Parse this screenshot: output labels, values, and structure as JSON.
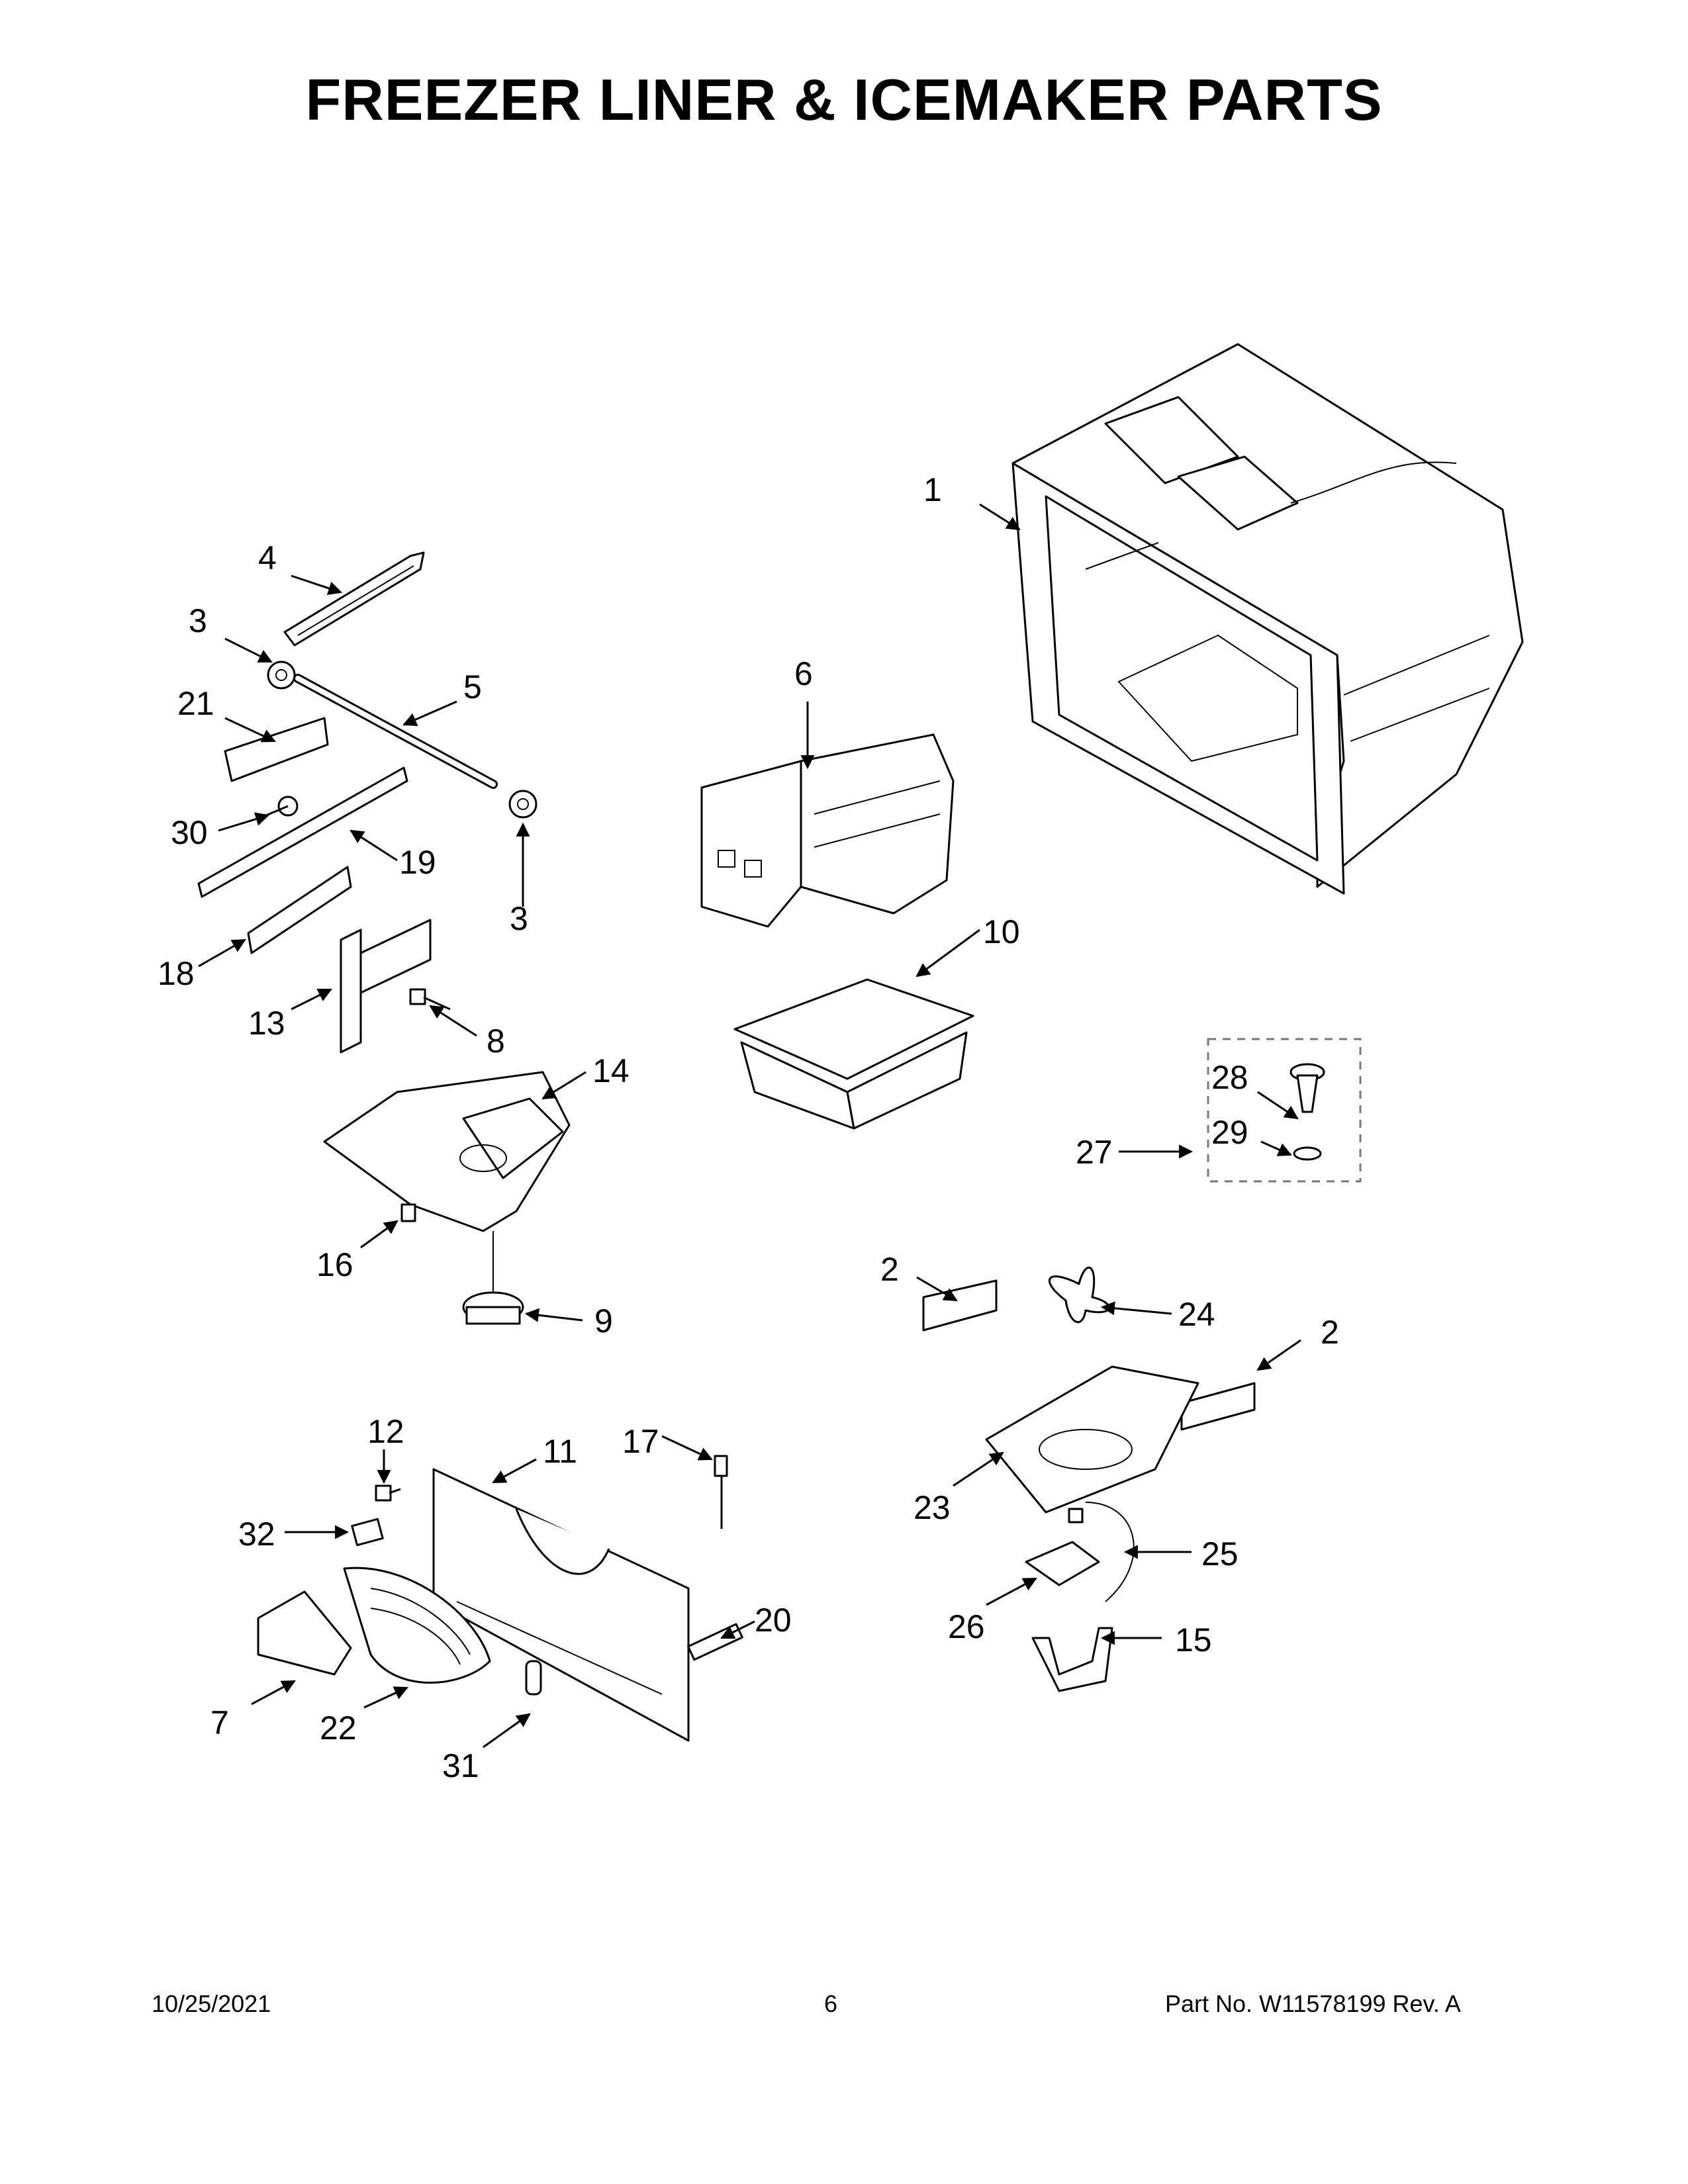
{
  "title": "FREEZER LINER & ICEMAKER PARTS",
  "callouts": {
    "c1": "1",
    "c2a": "2",
    "c2b": "2",
    "c3a": "3",
    "c3b": "3",
    "c4": "4",
    "c5": "5",
    "c6": "6",
    "c7": "7",
    "c8": "8",
    "c9": "9",
    "c10": "10",
    "c11": "11",
    "c12": "12",
    "c13": "13",
    "c14": "14",
    "c15": "15",
    "c16": "16",
    "c17": "17",
    "c18": "18",
    "c19": "19",
    "c20": "20",
    "c21": "21",
    "c22": "22",
    "c23": "23",
    "c24": "24",
    "c25": "25",
    "c26": "26",
    "c27": "27",
    "c28": "28",
    "c29": "29",
    "c30": "30",
    "c31": "31",
    "c32": "32"
  },
  "footer": {
    "date": "10/25/2021",
    "page": "6",
    "part_number": "Part No.  W11578199  Rev.  A"
  }
}
